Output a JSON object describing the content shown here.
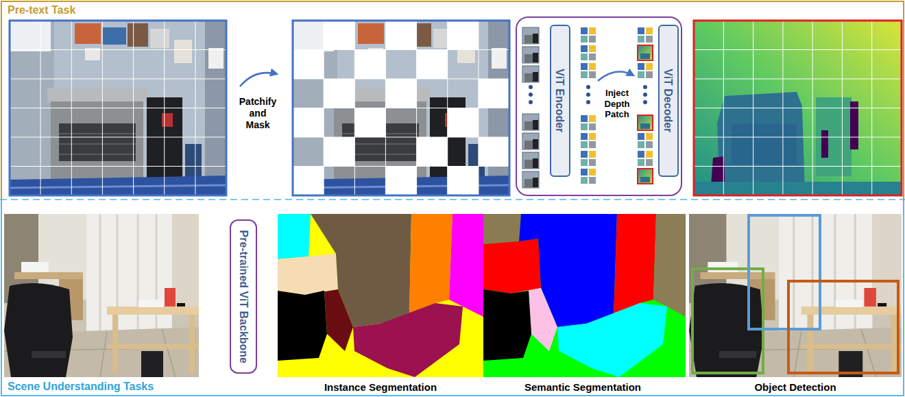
{
  "diagram": {
    "nodes": [
      {
        "text": [
          "Pre-text Task"
        ]
      },
      {
        "text": [
          "Inject Depth Patch"
        ],
        "in": 0
      },
      {
        "text": [
          "ViT Encoder"
        ],
        "in": 1
      },
      {
        "text": [
          "ViT Decoder"
        ],
        "in": 1
      },
      {
        "text": [
          "Scene Understanding Tasks"
        ]
      },
      {
        "text": [
          "Pre-trained ViT Backbone"
        ],
        "in": 4
      }
    ],
    "labels": [
      "Patchify and Mask",
      "Instance Segmentation",
      "Semantic Segmentation",
      "Object Detection"
    ]
  }
}
